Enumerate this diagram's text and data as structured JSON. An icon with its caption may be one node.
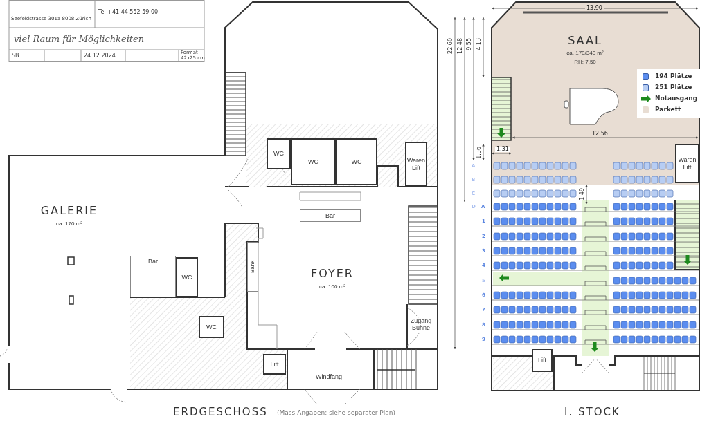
{
  "diagram": {
    "nodes": [
      {
        "text": [
          "GALERIE",
          "ca. 170 m²"
        ]
      },
      {
        "text": [
          "FOYER",
          "ca. 100 m²"
        ]
      },
      {
        "text": [
          "WC"
        ]
      },
      {
        "text": [
          "WC"
        ]
      },
      {
        "text": [
          "WC"
        ]
      },
      {
        "text": [
          "Waren Lift"
        ]
      },
      {
        "text": [
          "Bar"
        ]
      },
      {
        "text": [
          "Bar"
        ]
      },
      {
        "text": [
          "WC"
        ]
      },
      {
        "text": [
          "Bank"
        ]
      },
      {
        "text": [
          "WC"
        ]
      },
      {
        "text": [
          "Zugang Bühne"
        ]
      },
      {
        "text": [
          "Lift"
        ]
      },
      {
        "text": [
          "Windfang"
        ]
      },
      {
        "text": [
          "SAAL",
          "ca. 170/340 m²",
          "RH: 7.50"
        ]
      },
      {
        "text": [
          "Waren Lift"
        ]
      },
      {
        "text": [
          "Lift"
        ]
      }
    ],
    "edges": [],
    "labels": [
      "Seefeldstrasse 301a 8008 Zürich",
      "Tel +41 44 552 59 00",
      "viel Raum für Möglichkeiten",
      "SB",
      "24.12.2024",
      "Format",
      "42x25 cm",
      "13.90",
      "22.60",
      "12.48",
      "9.55",
      "4.13",
      "12.56",
      "1.36",
      "1.31",
      "A",
      "B",
      "C",
      "D",
      "A",
      "1.49",
      "1",
      "2",
      "3",
      "4",
      "5",
      "6",
      "7",
      "8",
      "9",
      "ERDGESCHOSS",
      "(Mass-Angaben: siehe separater Plan)",
      "I. STOCK"
    ],
    "legend": [
      {
        "text": "194 Plätze",
        "color": "#5b8def"
      },
      {
        "text": "251 Plätze",
        "color": "#b7cdf3"
      },
      {
        "text": "Notausgang"
      },
      {
        "text": "Parkett",
        "color": "#e8ddd3"
      }
    ]
  }
}
